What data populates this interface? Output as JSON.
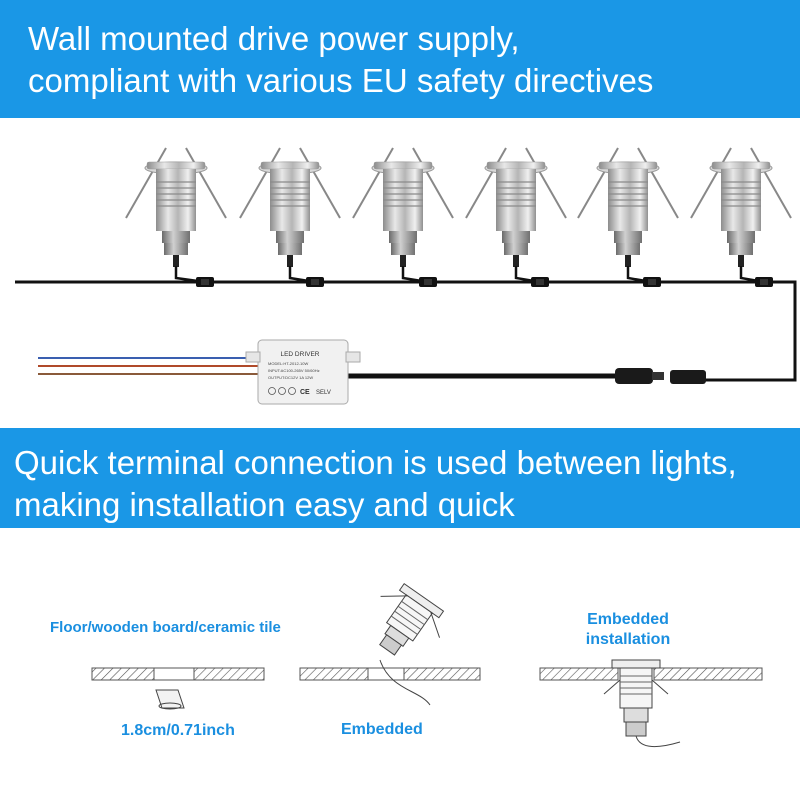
{
  "top_banner": {
    "line1": "Wall mounted drive power supply,",
    "line2": "compliant with various EU safety directives"
  },
  "driver_label": {
    "title": "LED DRIVER",
    "model": "MODEL:HT-2012-10W",
    "input": "INPUT:AC100-265V 50/60Hz",
    "output": "OUTPUT:DC12V  1A  12W",
    "selv": "SELV"
  },
  "middle_banner": {
    "line1": "Quick terminal connection is used between lights,",
    "line2": "making installation easy and quick"
  },
  "diagrams": {
    "surface_label": "Floor/wooden board/ceramic tile",
    "hole_size": "1.8cm/0.71inch",
    "embedded_label": "Embedded",
    "embedded_installation_line1": "Embedded",
    "embedded_installation_line2": "installation"
  },
  "colors": {
    "banner": "#1a97e6",
    "caption": "#1a8fe0"
  }
}
